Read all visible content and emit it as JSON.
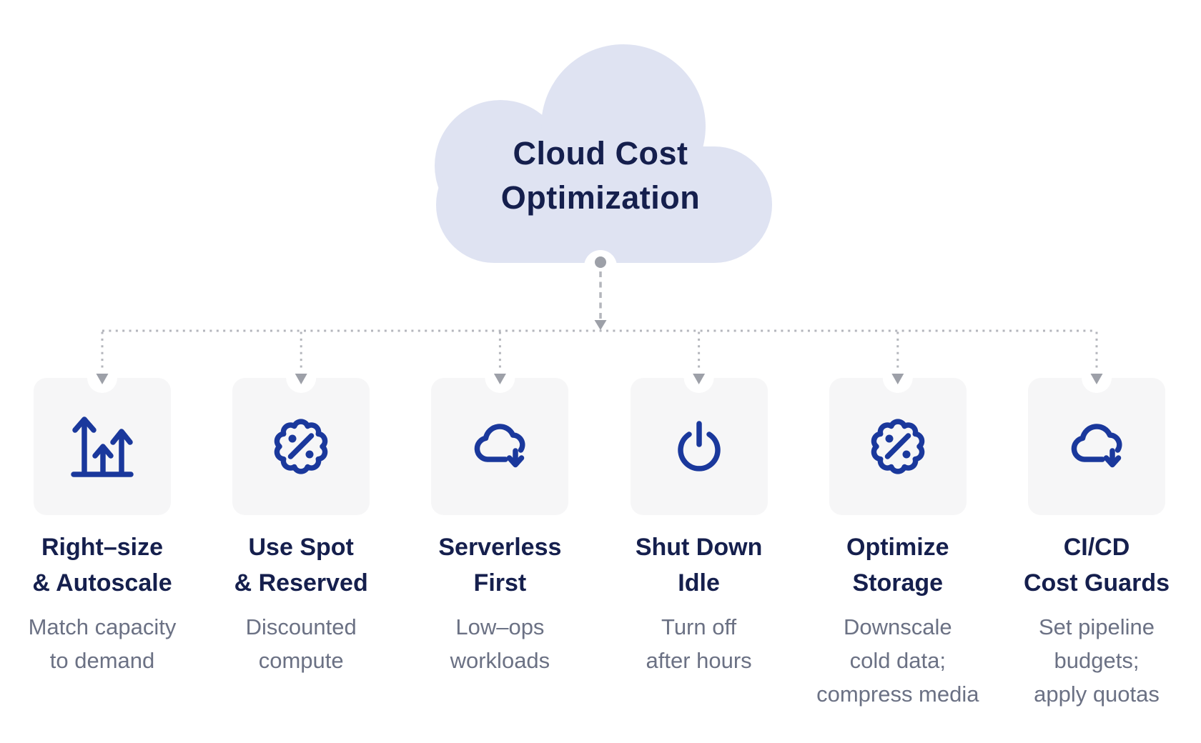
{
  "root": {
    "line1": "Cloud Cost",
    "line2": "Optimization"
  },
  "branches": [
    {
      "icon": "growth-arrows-icon",
      "title_lines": [
        "Right–size",
        "& Autoscale"
      ],
      "subtitle_lines": [
        "Match capacity",
        "to demand"
      ]
    },
    {
      "icon": "percent-badge-icon",
      "title_lines": [
        "Use Spot",
        "& Reserved"
      ],
      "subtitle_lines": [
        "Discounted",
        "compute"
      ]
    },
    {
      "icon": "cloud-download-icon",
      "title_lines": [
        "Serverless",
        "First"
      ],
      "subtitle_lines": [
        "Low–ops",
        "workloads"
      ]
    },
    {
      "icon": "power-icon",
      "title_lines": [
        "Shut Down",
        "Idle"
      ],
      "subtitle_lines": [
        "Turn off",
        "after hours"
      ]
    },
    {
      "icon": "percent-badge-icon",
      "title_lines": [
        "Optimize",
        "Storage"
      ],
      "subtitle_lines": [
        "Downscale",
        "cold data;",
        "compress media"
      ]
    },
    {
      "icon": "cloud-download-icon",
      "title_lines": [
        "CI/CD",
        "Cost Guards"
      ],
      "subtitle_lines": [
        "Set pipeline",
        "budgets;",
        "apply quotas"
      ]
    }
  ],
  "colors": {
    "title_navy": "#151f4d",
    "icon_blue": "#1a389c",
    "subtitle_gray": "#6b7184",
    "cloud_fill": "#dfe3f2",
    "card_fill": "#f6f6f7",
    "connector_gray": "#b4b6bc",
    "arrow_gray": "#9da0a8"
  }
}
